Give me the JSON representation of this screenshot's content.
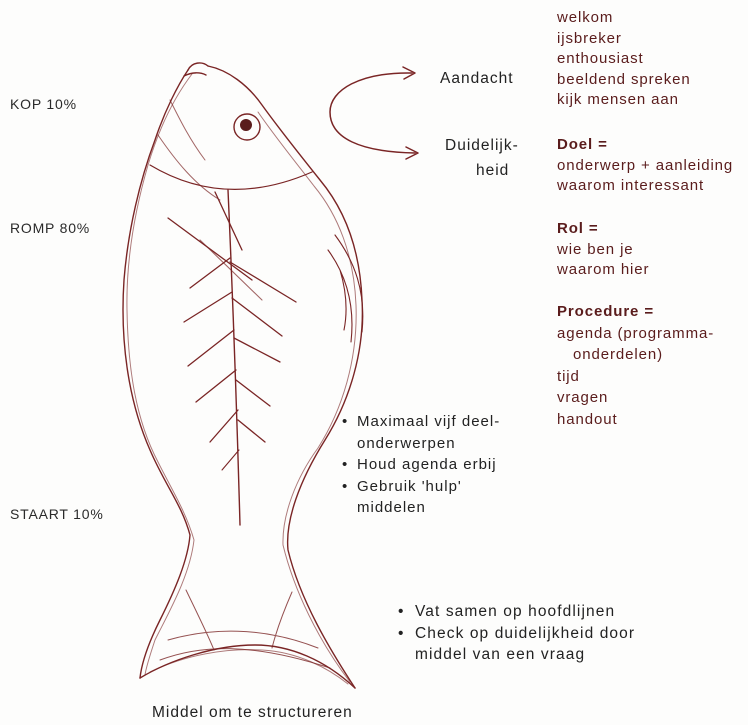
{
  "sections": {
    "head": "KOP 10%",
    "body": "ROMP 80%",
    "tail": "STAART 10%"
  },
  "arrow": {
    "top_label": "Aandacht",
    "bottom_label_line1": "Duidelijk-",
    "bottom_label_line2": "heid"
  },
  "opening": [
    "welkom",
    "ijsbreker",
    "enthousiast",
    "beeldend spreken",
    "kijk mensen aan"
  ],
  "doel": {
    "heading": "Doel =",
    "lines": [
      "onderwerp + aanleiding",
      "waarom interessant"
    ]
  },
  "rol": {
    "heading": "Rol =",
    "lines": [
      "wie ben je",
      "waarom hier"
    ]
  },
  "procedure": {
    "heading": "Procedure =",
    "lines": [
      "agenda (programma-",
      "onderdelen)",
      "tijd",
      "vragen",
      "handout"
    ]
  },
  "body_bullets": [
    [
      "Maximaal vijf deel-",
      "onderwerpen"
    ],
    [
      "Houd agenda erbij"
    ],
    [
      "Gebruik 'hulp'",
      "middelen"
    ]
  ],
  "tail_bullets": [
    [
      "Vat samen op hoofdlijnen"
    ],
    [
      "Check op duidelijkheid door",
      "middel van een vraag"
    ]
  ],
  "caption": "Middel om te structureren",
  "colors": {
    "sketch": "#7a2525",
    "red_text": "#5a1c1c",
    "dark_text": "#2a2a2a"
  }
}
